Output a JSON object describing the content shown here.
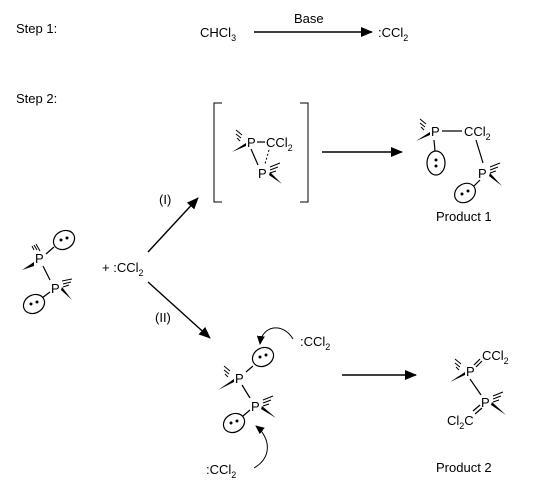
{
  "step1": {
    "label": "Step 1:",
    "reactant": {
      "main": "CHCl",
      "sub": "3"
    },
    "reagent": "Base",
    "product": {
      "main": ":CCl",
      "sub": "2"
    }
  },
  "step2": {
    "label": "Step 2:",
    "plus_reagent": {
      "main": "+ :CCl",
      "sub": "2"
    },
    "route_i": "(I)",
    "route_ii": "(II)",
    "atoms": {
      "p": "P",
      "c": "C",
      "ccl": "CCl",
      "cl": "Cl",
      "sub2": "2",
      "ccl2_main": ":CCl",
      "ccl2_sub": "2"
    },
    "product1": "Product 1",
    "product2": "Product 2"
  }
}
